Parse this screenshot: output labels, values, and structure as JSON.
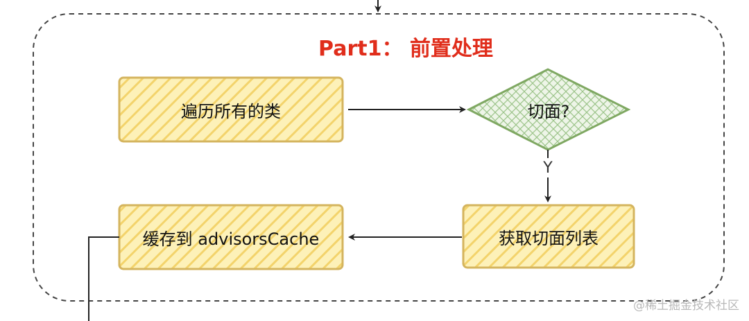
{
  "title": {
    "text": "Part1： 前置处理",
    "color": "#e02d1b"
  },
  "nodes": {
    "iterate_classes": "遍历所有的类",
    "aspect_decision": "切面?",
    "get_aspect_list": "获取切面列表",
    "cache_advisors": "缓存到 advisorsCache"
  },
  "edges": {
    "yes_label": "Y"
  },
  "colors": {
    "process_fill": "#fdf1b8",
    "process_hatch": "#f3d36b",
    "process_stroke": "#d4b45e",
    "decision_fill": "#eef5e8",
    "decision_hatch": "#9cc48a",
    "decision_stroke": "#7fa862",
    "group_border": "#444444",
    "connector": "#222222"
  },
  "watermark": "@稀土掘金技术社区"
}
